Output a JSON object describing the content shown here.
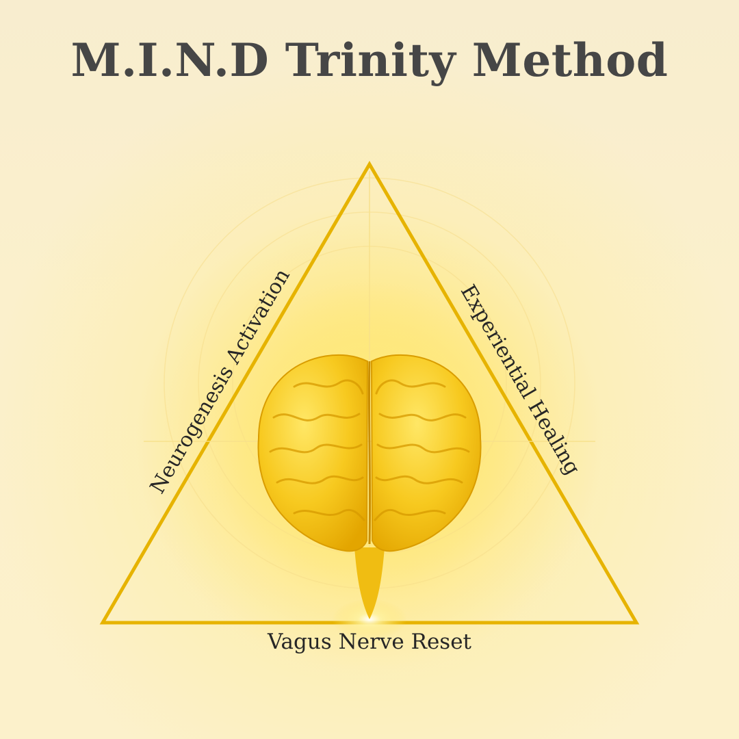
{
  "title": "M.I.N.D Trinity Method",
  "labels": {
    "left": "Neurogenesis Activation",
    "right": "Experiential Healing",
    "bottom": "Vagus Nerve Reset"
  },
  "colors": {
    "title": "#464646",
    "triangle": "#e9b800",
    "brain": "#f5c318",
    "label": "#262626",
    "background": "#fbefc8"
  }
}
